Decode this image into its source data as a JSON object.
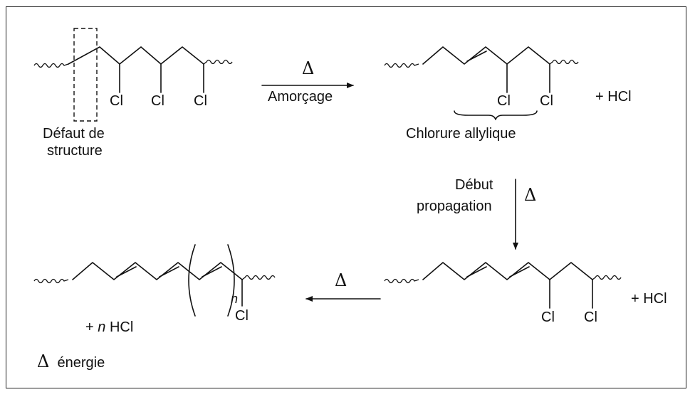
{
  "labels": {
    "cl": "Cl",
    "delta": "Δ",
    "amorcage": "Amorçage",
    "plus_hcl": "+ HCl",
    "defaut_line1": "Défaut de",
    "defaut_line2": "structure",
    "chlorure_allylique": "Chlorure allylique",
    "debut": "Début",
    "propagation": "propagation",
    "plus": "+",
    "n": "n",
    "hcl": "HCl",
    "energie": "énergie"
  }
}
